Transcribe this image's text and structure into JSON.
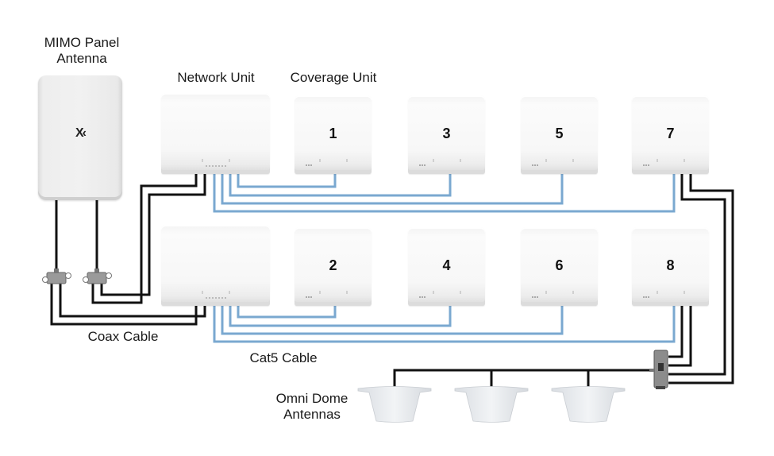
{
  "labels": {
    "mimo_panel_antenna": [
      "MIMO Panel",
      "Antenna"
    ],
    "network_unit": "Network Unit",
    "coverage_unit": "Coverage Unit",
    "coax_cable": "Coax Cable",
    "cat5_cable": "Cat5 Cable",
    "omni_dome_antennas": [
      "Omni Dome",
      "Antennas"
    ]
  },
  "panel_antenna": {
    "brand_icon": "cel-fi-x-logo-icon",
    "brand_text": "X"
  },
  "coverage_units": {
    "top_row": [
      "1",
      "3",
      "5",
      "7"
    ],
    "bottom_row": [
      "2",
      "4",
      "6",
      "8"
    ]
  },
  "domes": {
    "count": 3
  },
  "colors": {
    "coax": "#111111",
    "cat5": "#7aa8d0",
    "unit_body": "#f6f6f6",
    "splitter": "#8a8a8a"
  }
}
